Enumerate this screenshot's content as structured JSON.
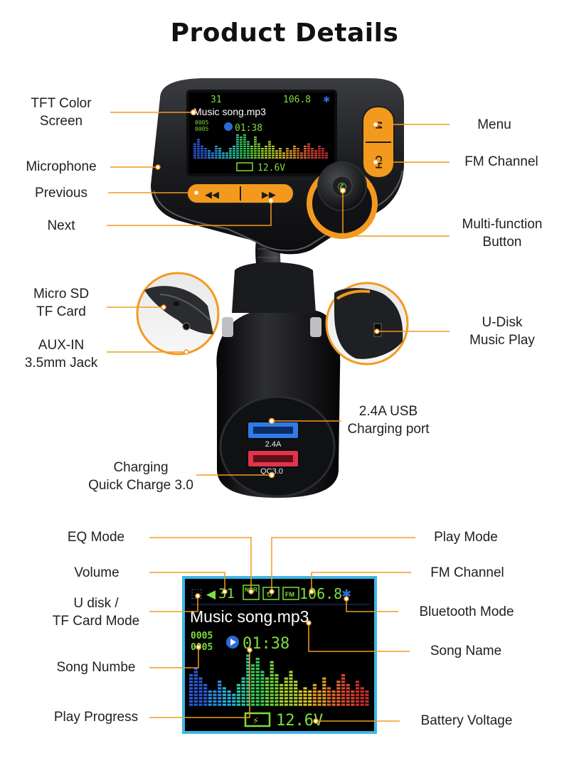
{
  "title": "Product Details",
  "device_labels": {
    "tft_screen": "TFT Color\nScreen",
    "microphone": "Microphone",
    "previous": "Previous",
    "next": "Next",
    "menu": "Menu",
    "fm_channel": "FM Channel",
    "multi_function": "Multi-function\nButton",
    "micro_sd": "Micro SD\nTF Card",
    "aux_in": "AUX-IN\n3.5mm Jack",
    "u_disk": "U-Disk\nMusic Play",
    "usb_port": "2.4A USB\nCharging port",
    "quick_charge": "Charging\nQuick Charge 3.0"
  },
  "device_screen": {
    "channel": "106.8",
    "song": "Music song.mp3",
    "track_top": "0005",
    "track_bottom": "0005",
    "time": "01:38",
    "voltage": "12.6V",
    "volume": "31"
  },
  "button_text": {
    "menu_letter": "M",
    "ch_text": "CH"
  },
  "ports": {
    "usb_label": "2.4A",
    "qc_label": "QC3.0"
  },
  "display_labels": {
    "eq_mode": "EQ Mode",
    "play_mode": "Play Mode",
    "volume": "Volume",
    "fm_channel": "FM Channel",
    "u_disk_tf": "U disk /\nTF Card Mode",
    "bluetooth": "Bluetooth Mode",
    "song_name": "Song Name",
    "song_number": "Song Numbe",
    "play_progress": "Play Progress",
    "battery_voltage": "Battery Voltage"
  },
  "display": {
    "volume": "31",
    "channel": "106.8",
    "song": "Music song.mp3",
    "track_top": "0005",
    "track_bottom": "0005",
    "time": "01:38",
    "voltage": "12.6V",
    "nor_badge": "NOR",
    "fm_badge": "FM"
  },
  "colors": {
    "accent_orange": "#f39a1e",
    "screen_border": "#3bb7e8",
    "lcd_green": "#7ddd3c",
    "bluetooth_blue": "#2a6bd6",
    "usb_blue": "#2f7be8",
    "qc_red": "#e0344a"
  }
}
